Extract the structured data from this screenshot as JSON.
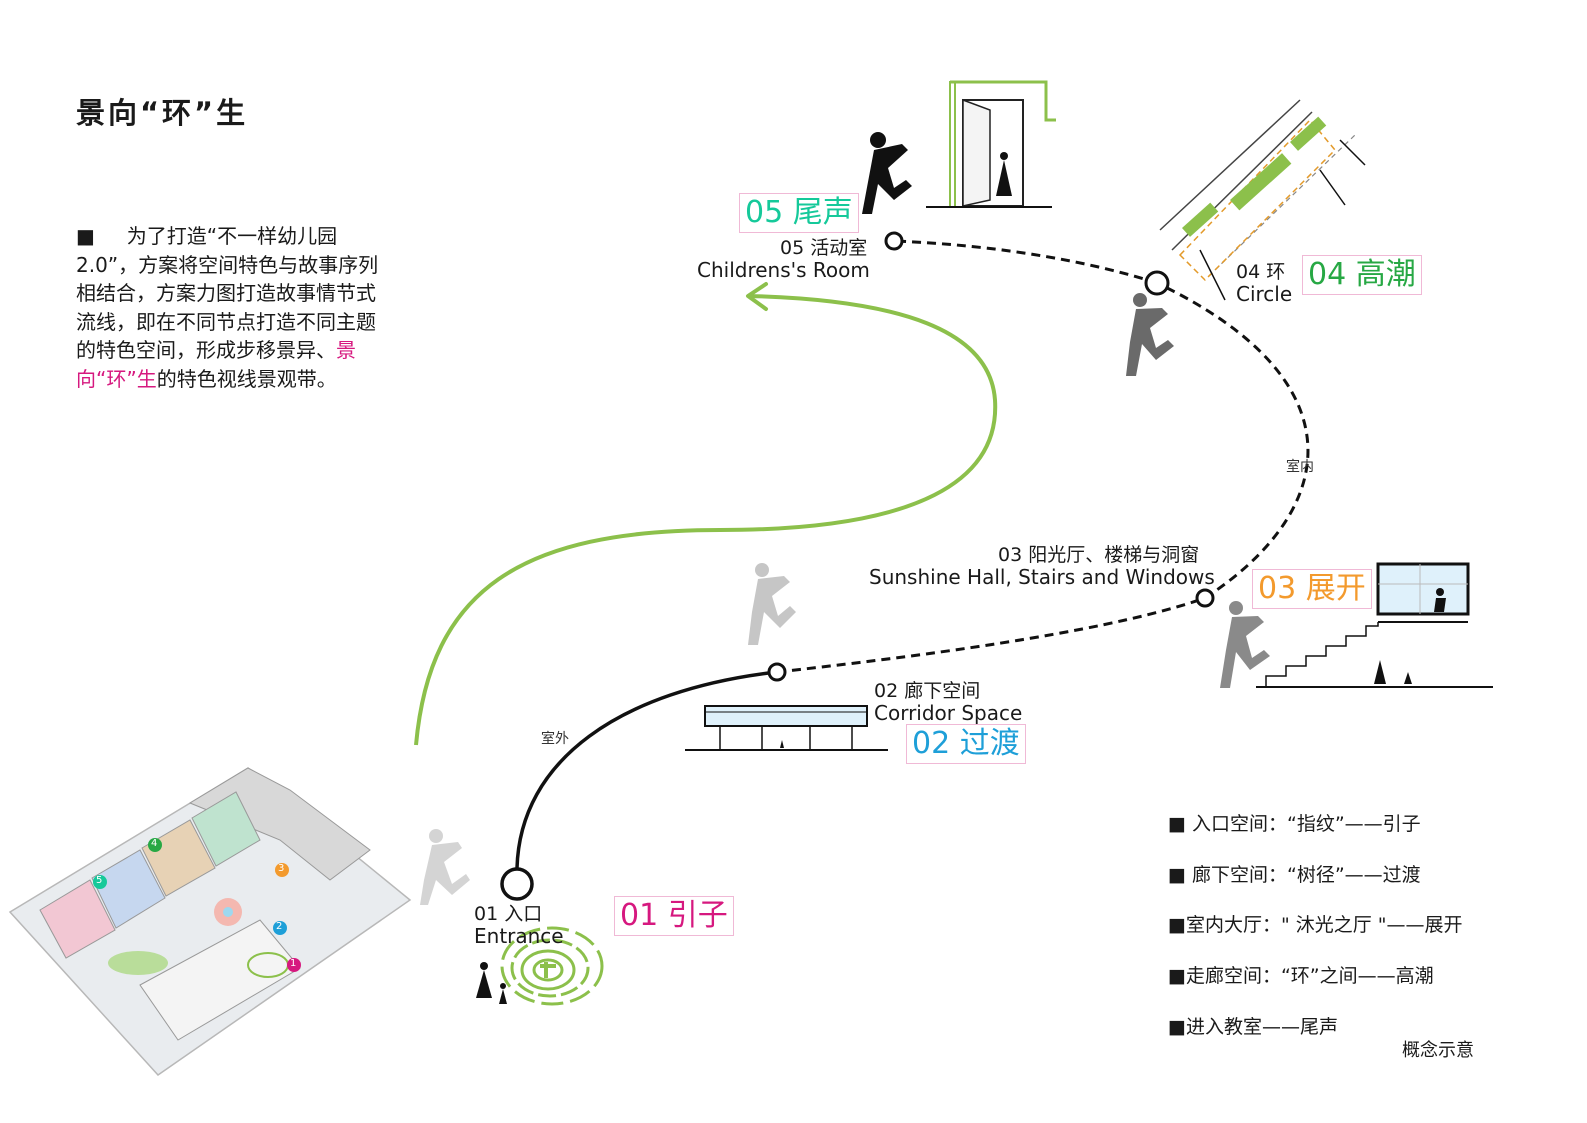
{
  "title": "景向“环”生",
  "intro": {
    "bullet": "■",
    "text_before": "为了打造“不一样幼儿园2.0”，方案将空间特色与故事序列相结合，方案力图打造故事情节式流线，即在不同节点打造不同主题的特色空间，形成步移景异、",
    "highlight": "景向“环”生",
    "text_after": "的特色视线景观带。"
  },
  "nodes": [
    {
      "cn": "01   入口",
      "en": "Entrance",
      "tag": "01 引子",
      "tag_color": "#d6187f"
    },
    {
      "cn": "02  廊下空间",
      "en": "Corridor Space",
      "tag": "02 过渡",
      "tag_color": "#1e9fd8"
    },
    {
      "cn": "03 阳光厅、楼梯与洞窗",
      "en": "Sunshine Hall, Stairs and Windows",
      "tag": "03 展开",
      "tag_color": "#f39a2d"
    },
    {
      "cn": "04 环",
      "en": "Circle",
      "tag": "04 高潮",
      "tag_color": "#27a844"
    },
    {
      "cn": "05 活动室",
      "en": "Childrens's Room",
      "tag": "05 尾声",
      "tag_color": "#15c99a"
    }
  ],
  "path_labels": {
    "outdoor": "室外",
    "indoor": "室内"
  },
  "legend": [
    "■ 入口空间：“指纹”——引子",
    "■ 廊下空间：“树径”——过渡",
    "■室内大厅：\" 沐光之厅 \"——展开",
    "■走廊空间：“环”之间——高潮",
    "■进入教室——尾声"
  ],
  "note": "概念示意",
  "map_markers": [
    "1",
    "2",
    "3",
    "4",
    "5"
  ],
  "colors": {
    "accent_green": "#8cc04b",
    "magenta": "#d6187f",
    "blue": "#1e9fd8",
    "orange": "#f39a2d",
    "green": "#27a844",
    "teal": "#15c99a"
  }
}
